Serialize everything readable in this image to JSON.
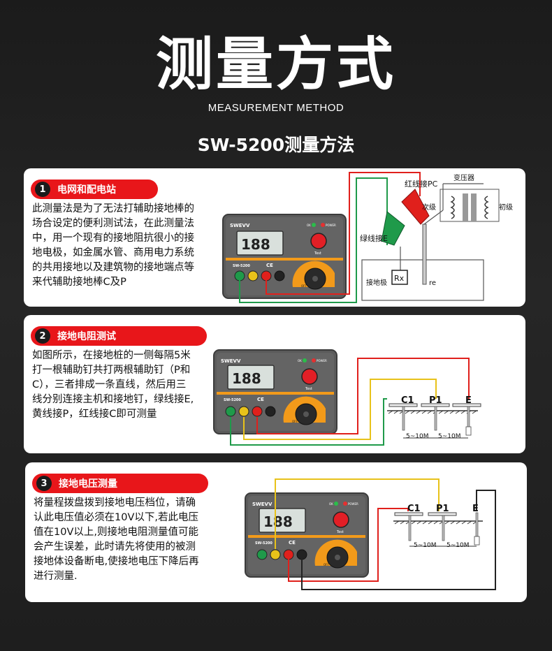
{
  "header": {
    "title": "测量方式",
    "subtitle": "MEASUREMENT METHOD",
    "model_title": "SW-5200测量方法"
  },
  "device": {
    "brand": "SWEVV",
    "display": "188",
    "model": "SW-5200",
    "ok_label": "OK",
    "power_label": "POWER",
    "test_label": "Test",
    "ce_mark": "CE",
    "off_label": "OFF"
  },
  "sections": [
    {
      "number": "1",
      "title": "电网和配电站",
      "lines": [
        "此测量法是为了无法打辅助接地棒的",
        "场合设定的便利测试法，在此测量法",
        "中，用一个现有的接地阻抗很小的接",
        "地电极，如金属水管、商用电力系统",
        "的共用接地以及建筑物的接地端点等",
        "来代辅助接地棒C及P"
      ],
      "diagram": {
        "red_clip_label": "红线接PC",
        "green_clip_label": "绿线接E",
        "transformer_label": "变压器",
        "secondary_label": "次级",
        "primary_label": "初级",
        "ground_label": "接地极",
        "rx_label": "Rx",
        "re_label": "re"
      }
    },
    {
      "number": "2",
      "title": "接地电阻测试",
      "lines": [
        "如图所示，在接地桩的一侧每隔5米",
        "打一根辅助钉共打两根辅助钉（P和",
        "C），三者排成一条直线，然后用三",
        "线分别连接主机和接地钉，绿线接E,",
        "黄线接P，红线接C即可测量"
      ],
      "diagram": {
        "c1": "C1",
        "p1": "P1",
        "e": "E",
        "dist1": "5~10M",
        "dist2": "5~10M"
      }
    },
    {
      "number": "3",
      "title": "接地电压测量",
      "lines": [
        "将量程拨盘拨到接地电压档位，请确",
        "认此电压值必须在10V以下,若此电压",
        "值在10V以上,则接地电阻测量值可能",
        "会产生误差，此时请先将使用的被测",
        "接地体设备断电,使接地电压下降后再",
        "进行测量."
      ],
      "diagram": {
        "c1": "C1",
        "p1": "P1",
        "e": "E",
        "dist1": "5~10M",
        "dist2": "5~10M"
      }
    }
  ],
  "colors": {
    "accent_red": "#e8161a",
    "device_gray": "#5b5b5b",
    "device_orange": "#f29a1a",
    "wire_red": "#e0201c",
    "wire_green": "#1f9a4a",
    "wire_yellow": "#e8c21a"
  }
}
